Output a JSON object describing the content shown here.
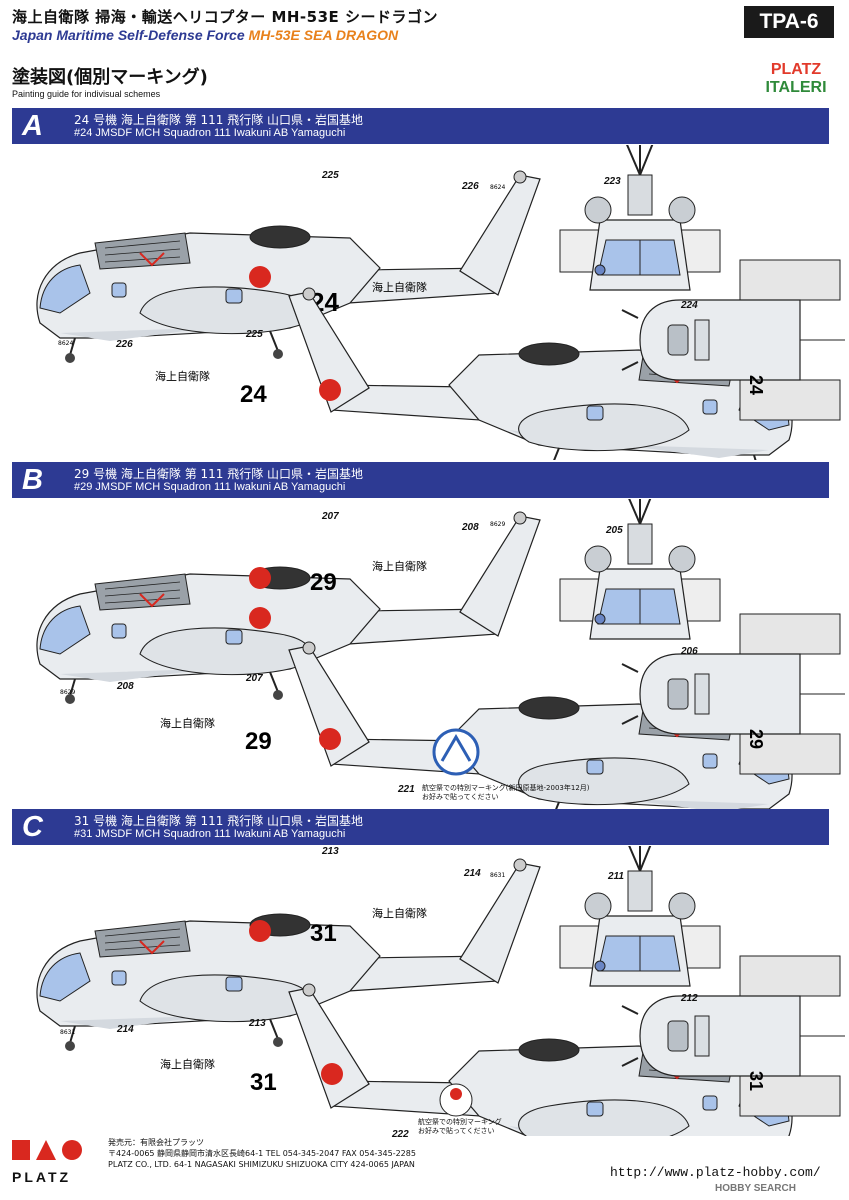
{
  "header": {
    "title_jp": "海上自衛隊 掃海・輸送ヘリコプター MH-53E シードラゴン",
    "title_en_prefix": "Japan Maritime Self-Defense Force",
    "title_en_model": "MH-53E SEA DRAGON",
    "code": "TPA-6",
    "guide_jp": "塗装図(個別マーキング)",
    "guide_en": "Painting guide for indivisual schemes",
    "brand_top": "PLATZ",
    "brand_bottom": "ITALERI"
  },
  "sections": [
    {
      "letter": "A",
      "line_jp": "24 号機 海上自衛隊 第 111 飛行隊 山口県・岩国基地",
      "line_en": "#24 JMSDF MCH Squadron 111 Iwakuni AB Yamaguchi",
      "side_number": "24",
      "tail_serial": "8624",
      "kanji": "海上自衛隊",
      "refs": {
        "upper_fuselage": "225",
        "tail": "226",
        "front": "223",
        "bottom": "224",
        "lower_fuselage": "225",
        "lower_tail": "226"
      }
    },
    {
      "letter": "B",
      "line_jp": "29 号機 海上自衛隊 第 111 飛行隊 山口県・岩国基地",
      "line_en": "#29 JMSDF MCH Squadron 111 Iwakuni AB Yamaguchi",
      "side_number": "29",
      "tail_serial": "8629",
      "kanji": "海上自衛隊",
      "refs": {
        "upper_fuselage": "207",
        "tail": "208",
        "front": "205",
        "bottom": "206",
        "lower_fuselage": "207",
        "lower_tail": "208",
        "special": "221"
      },
      "special_note_1": "航空祭での特別マーキング(新田原基地-2003年12月)",
      "special_note_2": "お好みで貼ってください"
    },
    {
      "letter": "C",
      "line_jp": "31 号機 海上自衛隊 第 111 飛行隊 山口県・岩国基地",
      "line_en": "#31 JMSDF MCH Squadron 111 Iwakuni AB Yamaguchi",
      "side_number": "31",
      "tail_serial": "8631",
      "kanji": "海上自衛隊",
      "refs": {
        "upper_fuselage": "213",
        "tail": "214",
        "front": "211",
        "bottom": "212",
        "lower_fuselage": "213",
        "lower_tail": "214",
        "special": "222"
      },
      "special_note_1": "航空祭での特別マーキング",
      "special_note_2": "お好みで貼ってください"
    }
  ],
  "footer": {
    "logo_word": "PLATZ",
    "pub_line1": "発売元：有限会社プラッツ",
    "pub_line2": "〒424-0065 静岡県静岡市清水区長崎64-1 TEL 054-345-2047 FAX 054-345-2285",
    "pub_line3": "PLATZ CO., LTD. 64-1 NAGASAKI SHIMIZUKU SHIZUOKA CITY 424-0065 JAPAN",
    "url": "http://www.platz-hobby.com/",
    "watermark": "HOBBY SEARCH"
  },
  "colors": {
    "band": "#2d3a93",
    "hinomaru": "#d9281f",
    "fuselage": "#e9ecef",
    "canopy": "#a9c3ea",
    "outline": "#222222"
  }
}
